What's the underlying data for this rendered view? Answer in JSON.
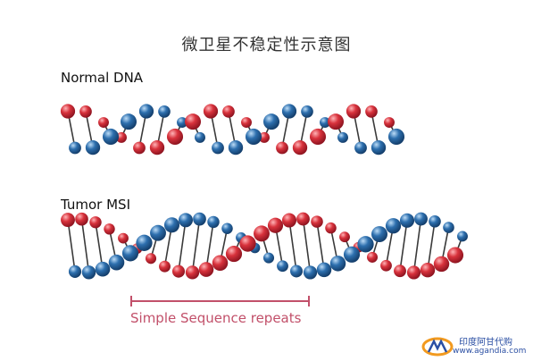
{
  "title": "微卫星不稳定性示意图",
  "sections": {
    "normal": {
      "label": "Normal DNA"
    },
    "tumor": {
      "label": "Tumor MSI"
    }
  },
  "annotation": {
    "caption": "Simple Sequence repeats"
  },
  "watermark": {
    "name": "印度阿甘代购",
    "url": "www.agandia.com"
  },
  "colors": {
    "strand_red": "#d8323c",
    "strand_blue": "#2d6fae",
    "bond": "#3a3a3a",
    "bracket": "#c2506a"
  }
}
